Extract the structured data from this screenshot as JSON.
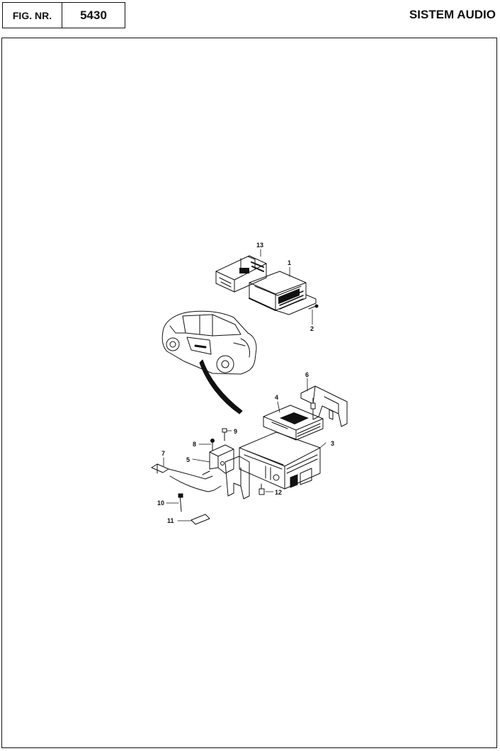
{
  "header": {
    "fig_label": "FIG. NR.",
    "fig_number": "5430",
    "title": "SISTEM AUDIO"
  },
  "callouts": {
    "c1": "1",
    "c2": "2",
    "c3": "3",
    "c4": "4",
    "c5": "5",
    "c6": "6",
    "c7": "7",
    "c8": "8",
    "c9": "9",
    "c10": "10",
    "c11": "11",
    "c12": "12",
    "c13": "13"
  }
}
